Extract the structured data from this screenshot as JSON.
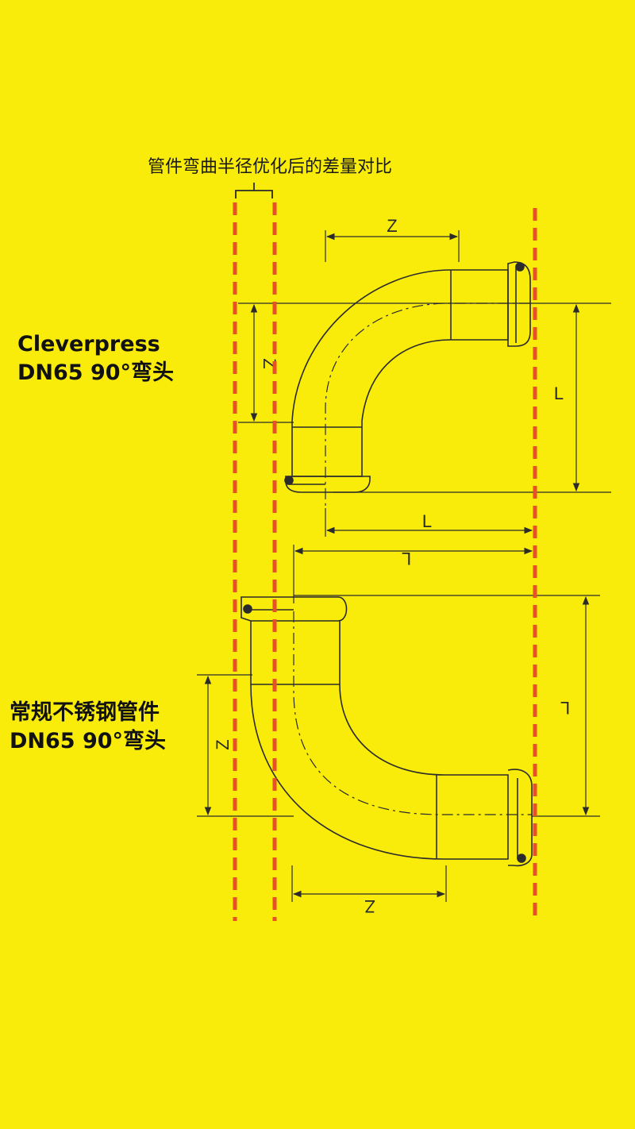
{
  "caption": "管件弯曲半径优化后的差量对比",
  "top_fitting": {
    "line1": "Cleverpress",
    "line2": "DN65 90°弯头"
  },
  "bottom_fitting": {
    "line1": "常规不锈钢管件",
    "line2": "DN65 90°弯头"
  },
  "dimension_labels": {
    "top_z_horizontal": "Z",
    "top_z_vertical": "Z",
    "top_l_vertical": "L",
    "top_l_horizontal": "L",
    "bottom_l_horizontal": "L",
    "bottom_l_vertical": "L",
    "bottom_z_vertical": "Z",
    "bottom_z_horizontal": "Z"
  },
  "colors": {
    "background": "#F9EC0A",
    "reference_line": "#E8502A",
    "drawing": "#2b2b2b"
  }
}
